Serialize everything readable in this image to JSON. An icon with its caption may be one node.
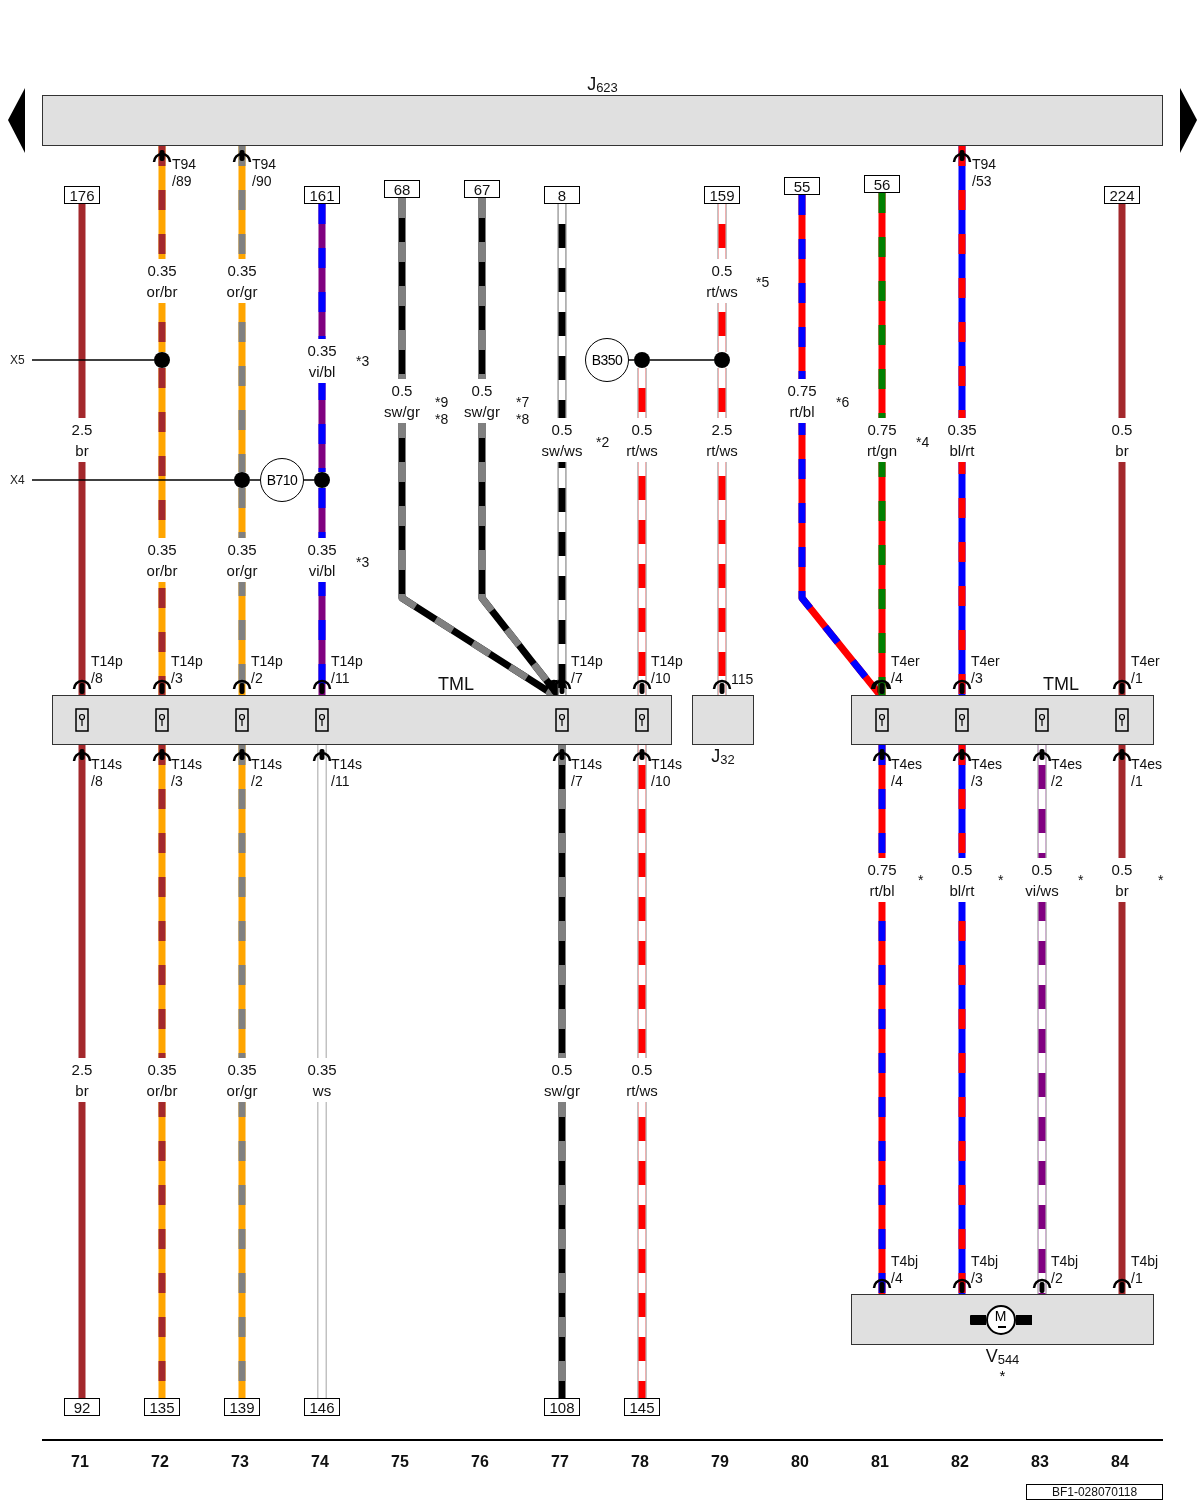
{
  "diagram": {
    "nodes": [
      {
        "text": [
          "J$_{623}$"
        ]
      },
      {
        "text": [
          "176"
        ]
      },
      {
        "text": [
          "161"
        ]
      },
      {
        "text": [
          "68"
        ]
      },
      {
        "text": [
          "67"
        ]
      },
      {
        "text": [
          "8"
        ]
      },
      {
        "text": [
          "159"
        ]
      },
      {
        "text": [
          "55"
        ]
      },
      {
        "text": [
          "56"
        ]
      },
      {
        "text": [
          "224"
        ]
      },
      {
        "text": [
          "X5"
        ]
      },
      {
        "text": [],
        "shape": "circle"
      },
      {
        "text": [
          "B350"
        ]
      },
      {
        "text": [],
        "shape": "circle"
      },
      {
        "text": [],
        "shape": "circle"
      },
      {
        "text": [
          "X4"
        ]
      },
      {
        "text": [],
        "shape": "circle"
      },
      {
        "text": [
          "B710"
        ]
      },
      {
        "text": [],
        "shape": "circle"
      },
      {
        "text": [
          "TML"
        ]
      },
      {
        "text": [
          "J$_{32}$"
        ]
      },
      {
        "text": [
          "TML"
        ]
      },
      {
        "text": [
          "M",
          "V$_{544}$"
        ],
        "beside": [
          "*"
        ]
      },
      {
        "text": [
          "92"
        ]
      },
      {
        "text": [
          "135"
        ]
      },
      {
        "text": [
          "139"
        ]
      },
      {
        "text": [
          "146"
        ]
      },
      {
        "text": [
          "108"
        ]
      },
      {
        "text": [
          "145"
        ]
      }
    ],
    "edges": [
      {
        "from": 1,
        "to": 19,
        "arrow": "other",
        "label": "2.5 br",
        "color": "#a3282c"
      },
      {
        "from": 0,
        "to": 11,
        "arrow": "other",
        "label": "0.35 or/br",
        "color": "#ffa500"
      },
      {
        "from": 11,
        "to": 19,
        "arrow": "other",
        "label": "0.35 or/br",
        "color": "#ffa500"
      },
      {
        "from": 0,
        "to": 16,
        "arrow": "other",
        "label": "0.35 or/gr",
        "color": "#ffa500"
      },
      {
        "from": 16,
        "to": 19,
        "arrow": "other",
        "label": "0.35 or/gr",
        "color": "#ffa500"
      },
      {
        "from": 2,
        "to": 18,
        "arrow": "none",
        "label": "0.35 vi/bl",
        "color": "#800080"
      },
      {
        "from": 18,
        "to": 19,
        "arrow": "other",
        "label": "0.35 vi/bl",
        "color": "#800080"
      },
      {
        "from": 3,
        "to": 19,
        "arrow": "other",
        "label": "0.5 sw/gr",
        "color": "#000000"
      },
      {
        "from": 4,
        "to": 19,
        "arrow": "other",
        "label": "0.5 sw/gr",
        "color": "#000000"
      },
      {
        "from": 5,
        "to": 19,
        "arrow": "other",
        "label": "0.5 sw/ws",
        "color": "#000000"
      },
      {
        "from": 13,
        "to": 19,
        "arrow": "other",
        "label": "0.5 rt/ws",
        "color": "#ff0000"
      },
      {
        "from": 6,
        "to": 14,
        "arrow": "none",
        "label": "0.5 rt/ws",
        "color": "#ff0000"
      },
      {
        "from": 14,
        "to": 20,
        "arrow": "other",
        "label": "2.5 rt/ws",
        "color": "#ff0000"
      },
      {
        "from": 7,
        "to": 21,
        "arrow": "other",
        "label": "0.75 rt/bl",
        "color": "#ff0000"
      },
      {
        "from": 8,
        "to": 21,
        "arrow": "other",
        "label": "0.75 rt/gn",
        "color": "#ff0000"
      },
      {
        "from": 0,
        "to": 21,
        "arrow": "other",
        "label": "0.35 bl/rt",
        "color": "#0000ff"
      },
      {
        "from": 9,
        "to": 21,
        "arrow": "other",
        "label": "0.5 br",
        "color": "#a3282c"
      },
      {
        "from": 19,
        "to": 23,
        "arrow": "other",
        "label": "2.5 br",
        "color": "#a3282c"
      },
      {
        "from": 19,
        "to": 24,
        "arrow": "other",
        "label": "0.35 or/br",
        "color": "#ffa500"
      },
      {
        "from": 19,
        "to": 25,
        "arrow": "other",
        "label": "0.35 or/gr",
        "color": "#ffa500"
      },
      {
        "from": 19,
        "to": 26,
        "arrow": "other",
        "label": "0.35 ws",
        "color": "#ffffff"
      },
      {
        "from": 19,
        "to": 27,
        "arrow": "other",
        "label": "0.5 sw/gr",
        "color": "#000000"
      },
      {
        "from": 19,
        "to": 28,
        "arrow": "other",
        "label": "0.5 rt/ws",
        "color": "#ff0000"
      },
      {
        "from": 21,
        "to": 22,
        "arrow": "other",
        "label": "0.75 rt/bl",
        "color": "#ff0000"
      },
      {
        "from": 21,
        "to": 22,
        "arrow": "other",
        "label": "0.5 bl/rt",
        "color": "#0000ff"
      },
      {
        "from": 21,
        "to": 22,
        "arrow": "other",
        "label": "0.5 vi/ws",
        "color": "#800080"
      },
      {
        "from": 21,
        "to": 22,
        "arrow": "other",
        "label": "0.5 br",
        "color": "#a3282c"
      },
      {
        "from": 10,
        "to": 11,
        "arrow": "none"
      },
      {
        "from": 15,
        "to": 16,
        "arrow": "none"
      },
      {
        "from": 16,
        "to": 17,
        "arrow": "none"
      },
      {
        "from": 17,
        "to": 18,
        "arrow": "none"
      },
      {
        "from": 12,
        "to": 13,
        "arrow": "none"
      },
      {
        "from": 13,
        "to": 14,
        "arrow": "none"
      }
    ],
    "labels": [
      "T94 /89",
      "T94 /90",
      "T94 /53",
      "*3",
      "*9",
      "*8",
      "*7",
      "*8",
      "*2",
      "*5",
      "*6",
      "*4",
      "*3",
      "T14p /8",
      "T14p /3",
      "T14p /2",
      "T14p /11",
      "T14p /7",
      "T14p /10",
      "115",
      "T4er /4",
      "T4er /3",
      "T4er /1",
      "T14s /8",
      "T14s /3",
      "T14s /2",
      "T14s /11",
      "T14s /7",
      "T14s /10",
      "T4es /4",
      "T4es /3",
      "T4es /2",
      "T4es /1",
      "*",
      "*",
      "*",
      "*",
      "T4bj /4",
      "T4bj /3",
      "T4bj /2",
      "T4bj /1",
      "71",
      "72",
      "73",
      "74",
      "75",
      "76",
      "77",
      "78",
      "79",
      "80",
      "81",
      "82",
      "83",
      "84",
      "BF1-028070118"
    ]
  }
}
